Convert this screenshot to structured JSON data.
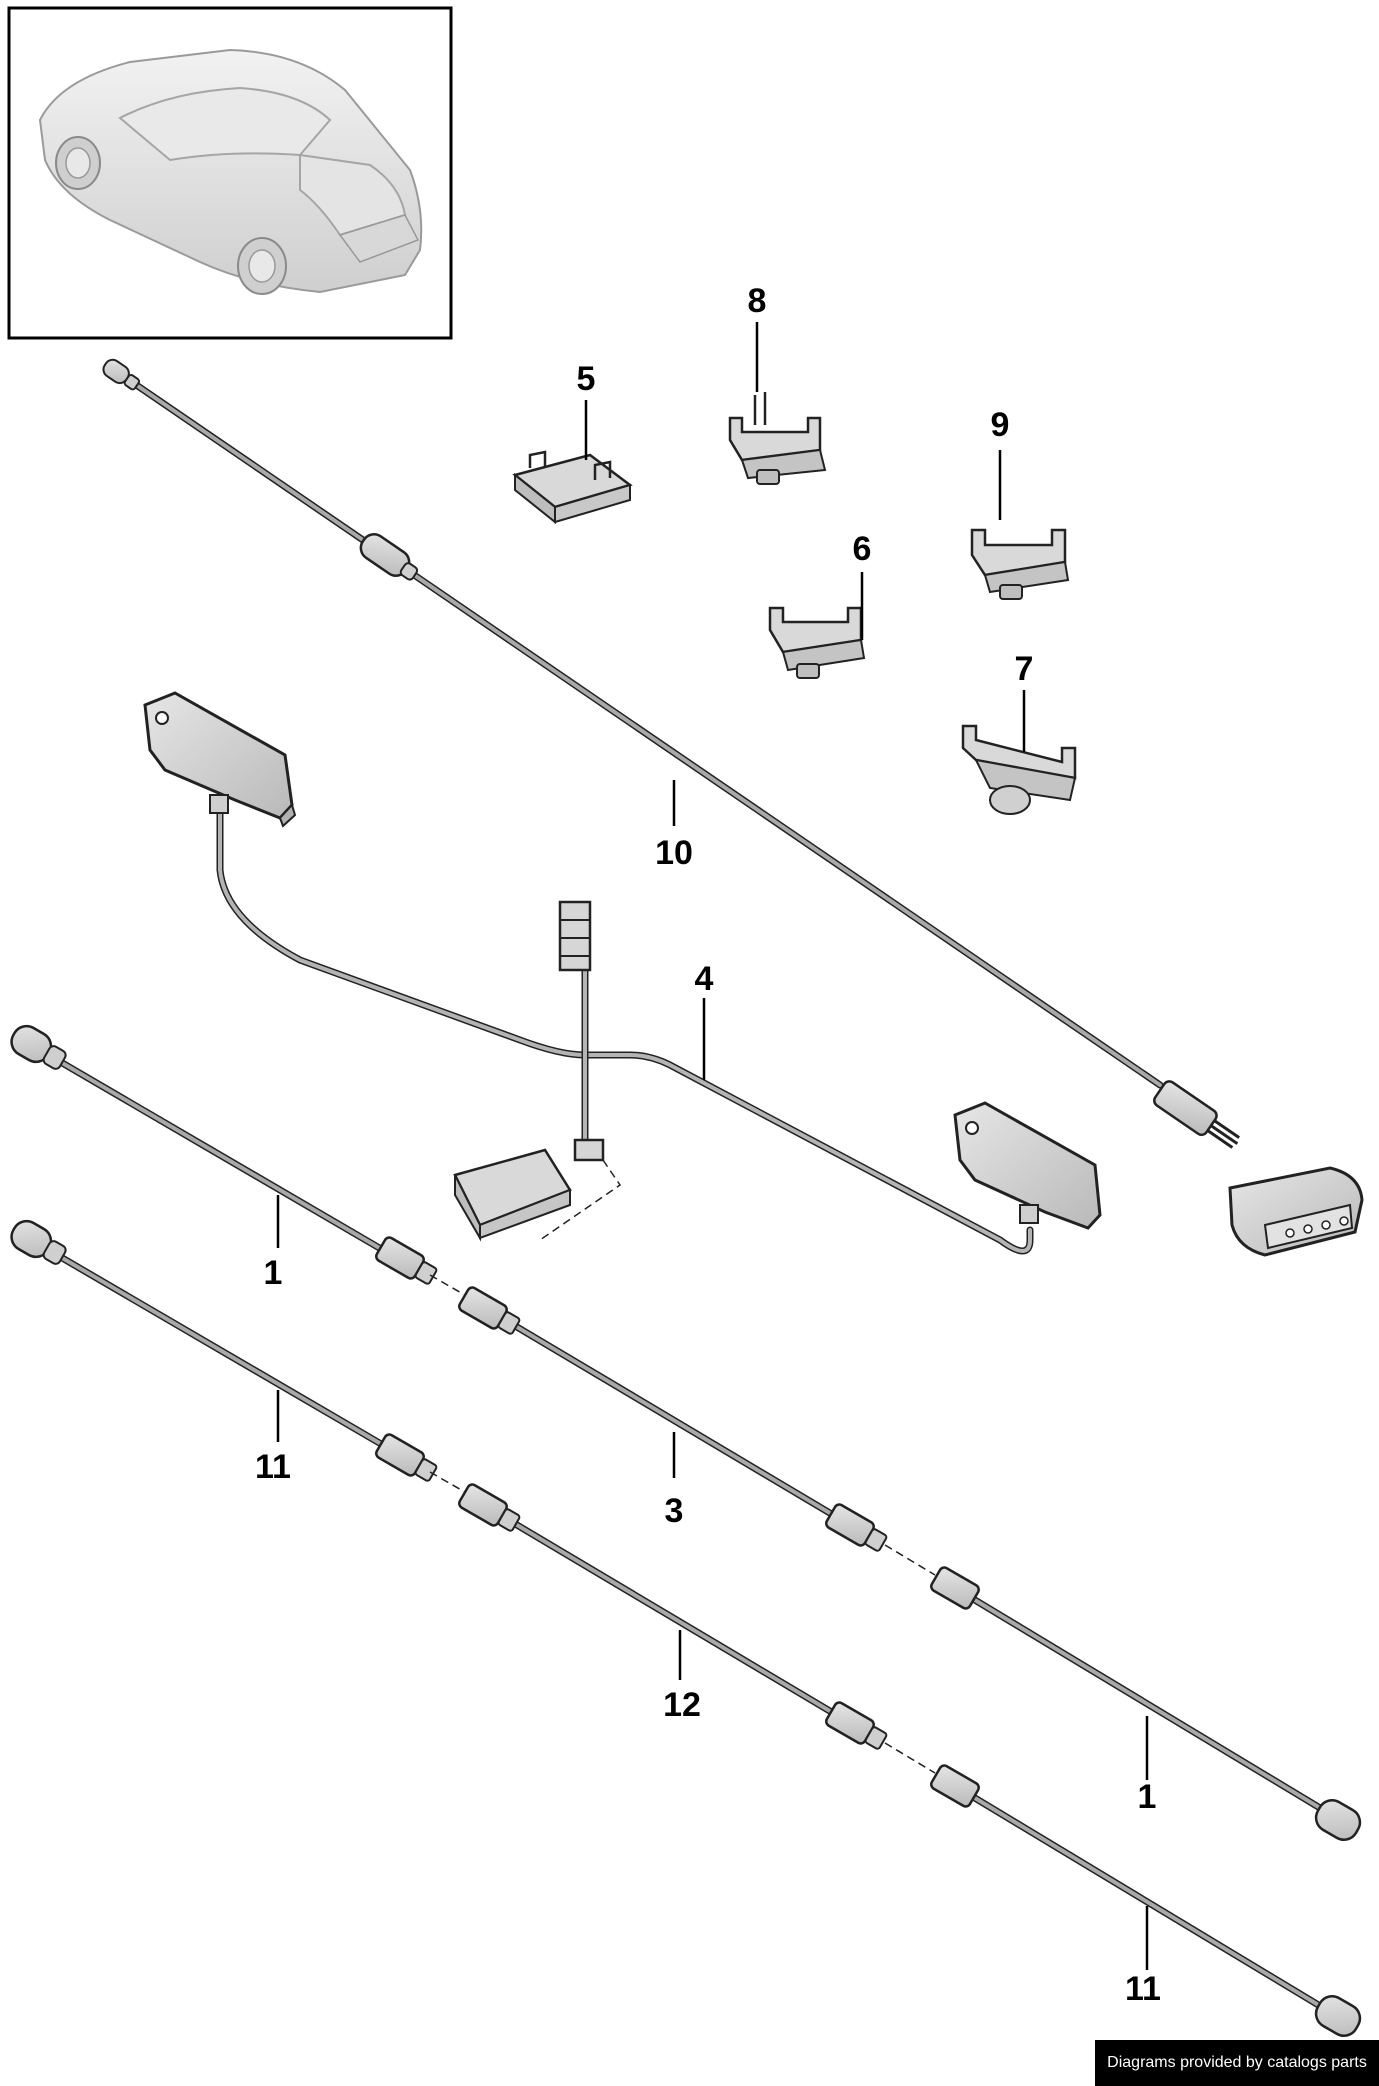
{
  "callouts": {
    "c1a": "1",
    "c1b": "1",
    "c3": "3",
    "c4": "4",
    "c5": "5",
    "c6": "6",
    "c7": "7",
    "c8": "8",
    "c9": "9",
    "c10": "10",
    "c11a": "11",
    "c11b": "11",
    "c12": "12"
  },
  "credit": "Diagrams provided by catalogs parts",
  "colors": {
    "cable": "#a9a9a9",
    "part_fill": "#d2d2d2",
    "outline": "#222222",
    "credit_bg": "#000000"
  }
}
